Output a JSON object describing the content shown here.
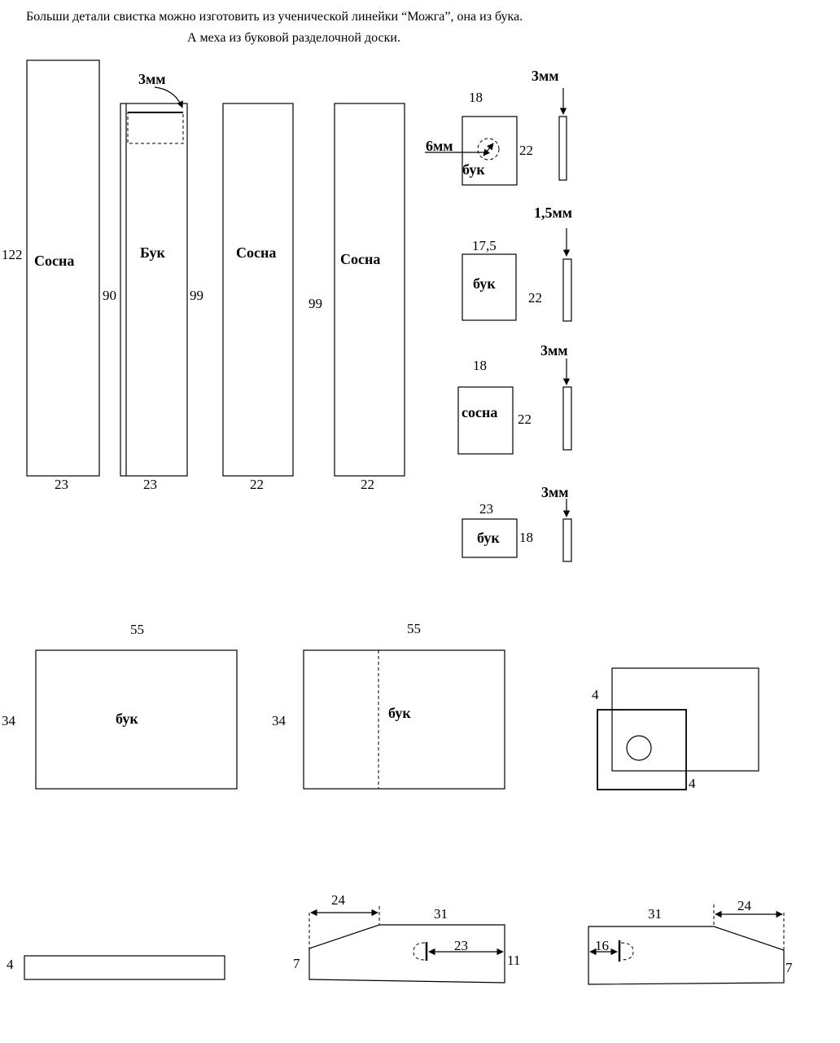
{
  "header": {
    "line1": "Больши детали свистка можно изготовить из ученической линейки “Можга”, она из бука.",
    "line2": "А меха из буковой разделочной доски."
  },
  "strips": [
    {
      "label": "Сосна",
      "height": "122",
      "width": "23"
    },
    {
      "label": "Бук",
      "left": "90",
      "right": "99",
      "width": "23",
      "slot": "3мм"
    },
    {
      "label": "Сосна",
      "width": "22"
    },
    {
      "label": "Сосна",
      "height": "99",
      "width": "22"
    }
  ],
  "plates": [
    {
      "label": "бук",
      "top": "18",
      "side": "22",
      "hole": "6мм",
      "thickness": "3мм"
    },
    {
      "label": "бук",
      "top": "17,5",
      "side": "22",
      "thickness": "1,5мм"
    },
    {
      "label": "сосна",
      "top": "18",
      "side": "22",
      "thickness": "3мм"
    },
    {
      "label": "бук",
      "top": "23",
      "side": "18",
      "thickness": "3мм"
    }
  ],
  "boards": [
    {
      "label": "бук",
      "top": "55",
      "side": "34"
    },
    {
      "label": "бук",
      "top": "55",
      "side": "34"
    }
  ],
  "assembly": {
    "top_offset": "4",
    "bottom_offset": "4"
  },
  "bottom": {
    "bar": {
      "side": "4"
    },
    "left_piece": {
      "taper": "24",
      "top": "31",
      "left": "7",
      "right": "11",
      "hole_dist": "23"
    },
    "right_piece": {
      "taper": "24",
      "top": "31",
      "right": "7",
      "hole_dist": "16"
    }
  }
}
